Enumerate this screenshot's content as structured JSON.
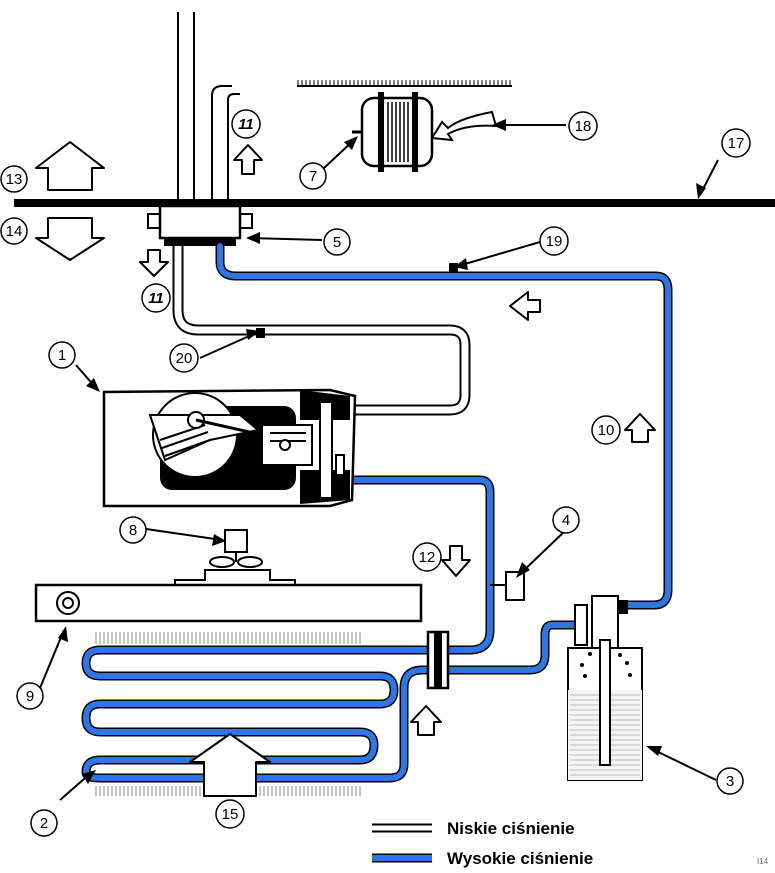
{
  "diagram": {
    "callouts": [
      {
        "id": "1",
        "label": "1"
      },
      {
        "id": "2",
        "label": "2"
      },
      {
        "id": "3",
        "label": "3"
      },
      {
        "id": "4",
        "label": "4"
      },
      {
        "id": "5",
        "label": "5"
      },
      {
        "id": "7",
        "label": "7"
      },
      {
        "id": "8",
        "label": "8"
      },
      {
        "id": "9",
        "label": "9"
      },
      {
        "id": "10",
        "label": "10"
      },
      {
        "id": "12",
        "label": "12"
      },
      {
        "id": "13",
        "label": "13"
      },
      {
        "id": "14",
        "label": "14"
      },
      {
        "id": "15",
        "label": "15"
      },
      {
        "id": "17",
        "label": "17"
      },
      {
        "id": "18",
        "label": "18"
      },
      {
        "id": "19",
        "label": "19"
      },
      {
        "id": "20",
        "label": "20"
      }
    ],
    "flow_markers": {
      "upper": "11",
      "lower": "11"
    },
    "legend": {
      "low_pressure": "Niskie ciśnienie",
      "high_pressure": "Wysokie ciśnienie"
    },
    "corner_code": "I14",
    "colors": {
      "high_pressure": "#2b78e4",
      "line": "#000000",
      "background": "#ffffff"
    }
  }
}
